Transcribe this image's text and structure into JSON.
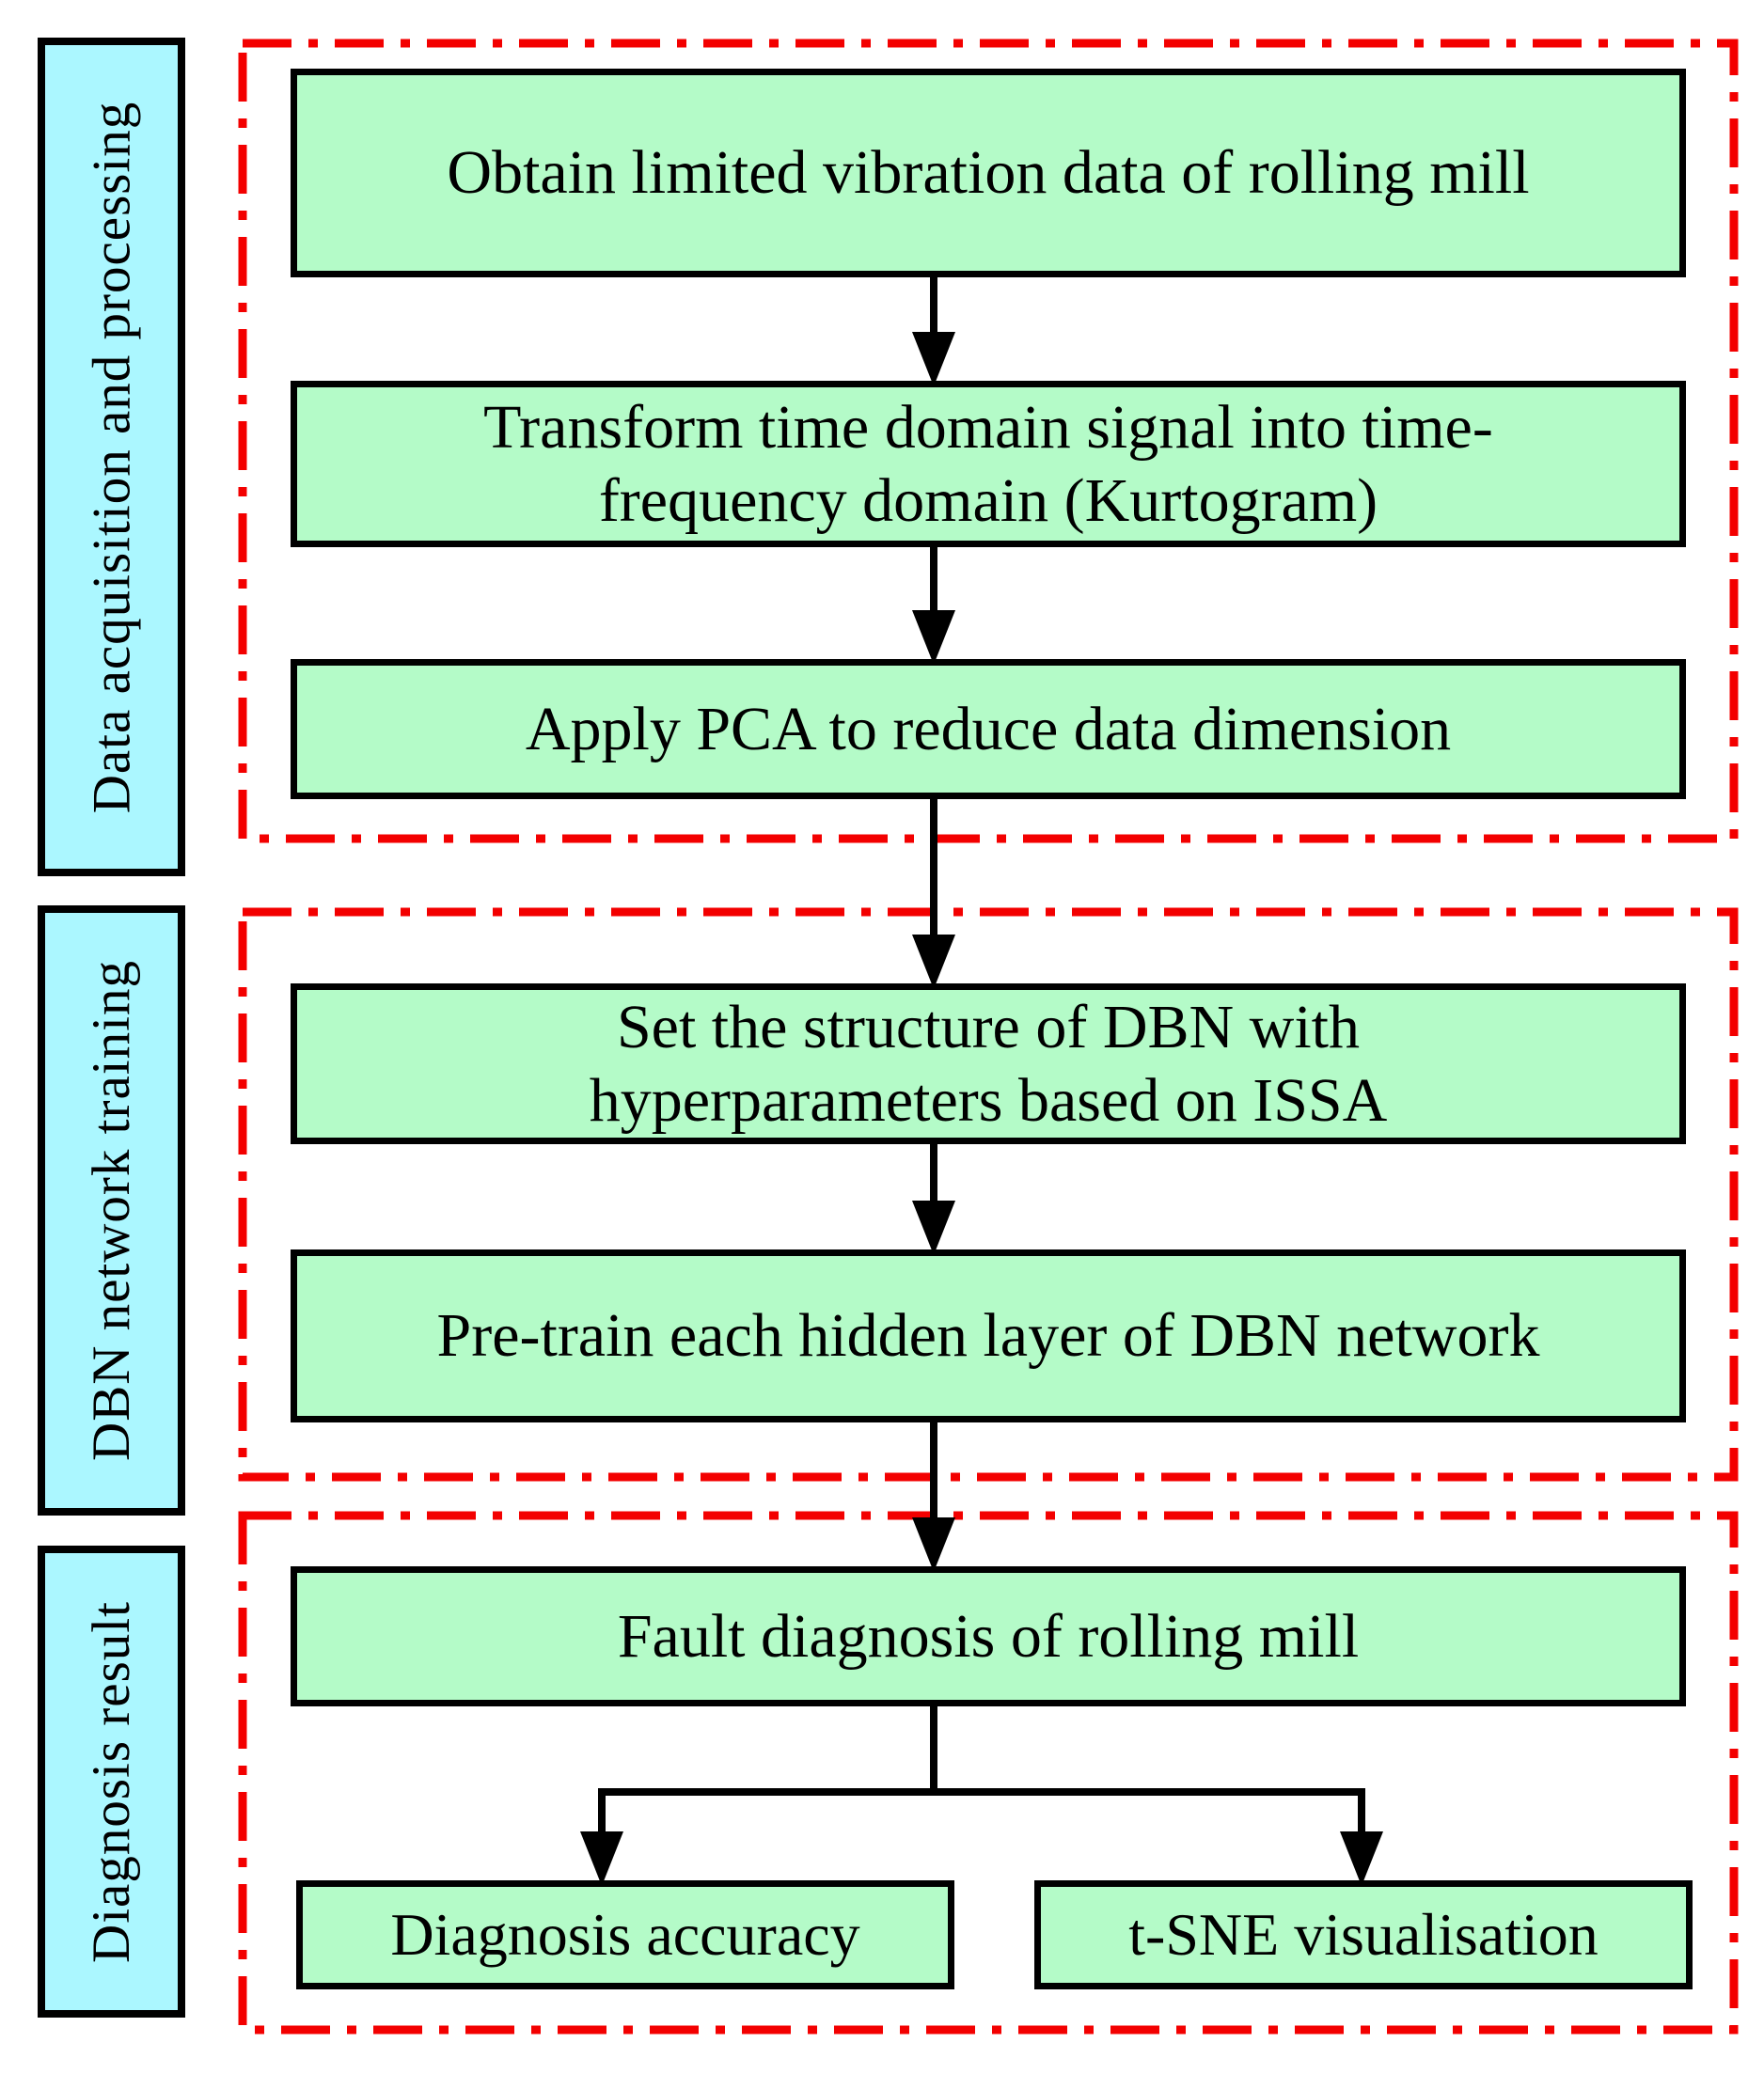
{
  "colors": {
    "accent-red": "#f30000",
    "box-green": "#b4fbc8",
    "label-cyan": "#abf7ff",
    "ink": "#000000"
  },
  "side_labels": [
    {
      "text": "Data acquisition and processing"
    },
    {
      "text": "DBN network training"
    },
    {
      "text": "Diagnosis result"
    }
  ],
  "steps": {
    "obtain": {
      "lines": [
        "Obtain limited vibration data of rolling mill"
      ]
    },
    "transform": {
      "lines": [
        "Transform time domain signal into time-",
        "frequency domain (Kurtogram)"
      ]
    },
    "pca": {
      "lines": [
        "Apply PCA to reduce data dimension"
      ]
    },
    "structure": {
      "lines": [
        "Set the structure of DBN with",
        "hyperparameters based on ISSA"
      ]
    },
    "pretrain": {
      "lines": [
        "Pre-train each hidden layer of DBN network"
      ]
    },
    "fault": {
      "lines": [
        "Fault diagnosis of rolling mill"
      ]
    },
    "accuracy": {
      "lines": [
        "Diagnosis accuracy"
      ]
    },
    "tsne": {
      "lines": [
        "t-SNE visualisation"
      ]
    }
  }
}
